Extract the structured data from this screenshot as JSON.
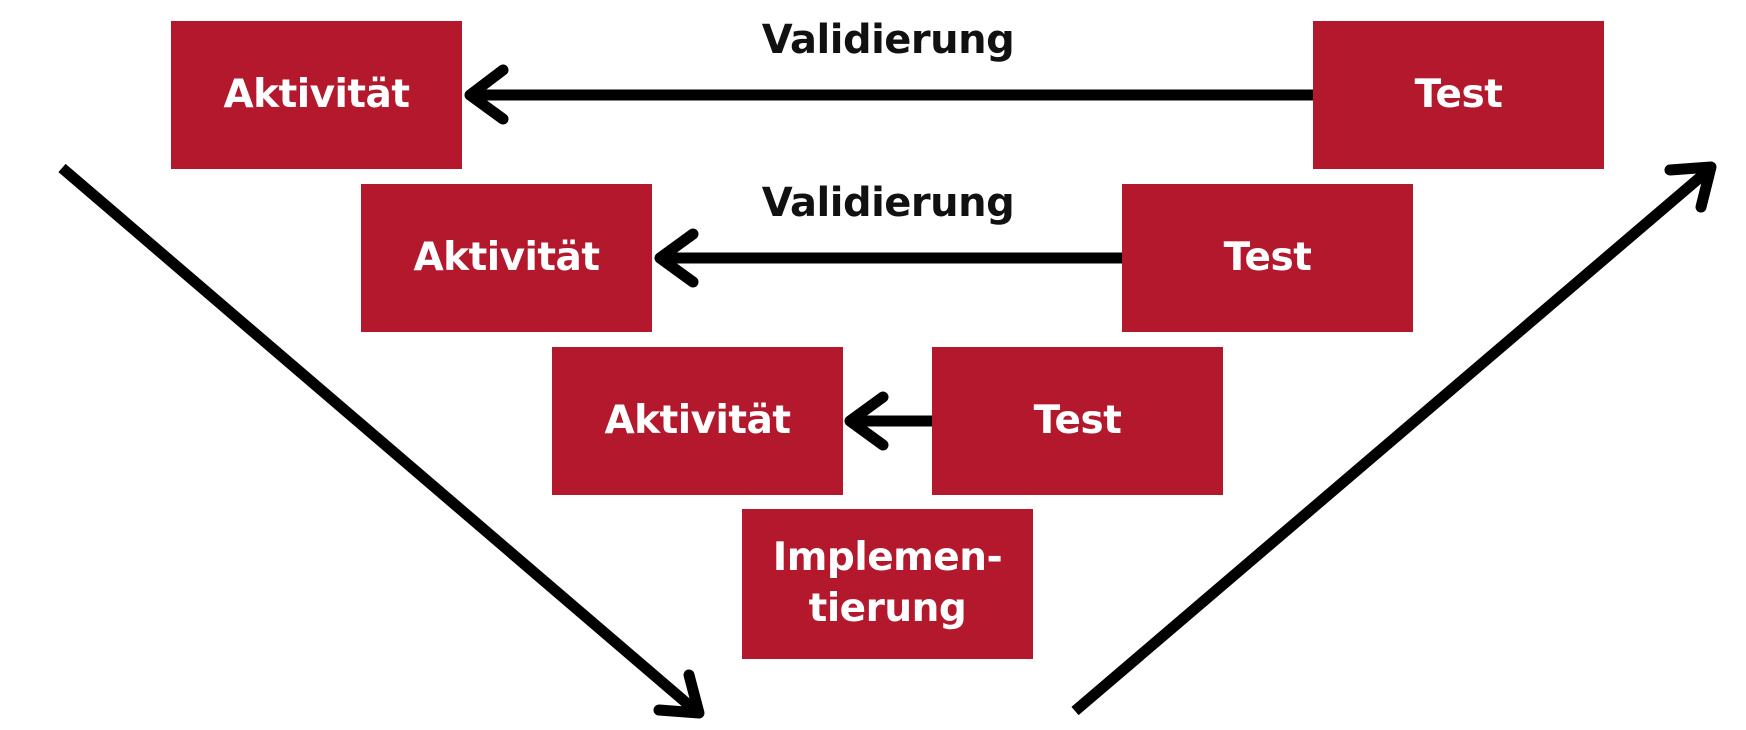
{
  "diagram": {
    "levels": [
      {
        "activity": "Aktivität",
        "test": "Test",
        "relation": "Validierung"
      },
      {
        "activity": "Aktivität",
        "test": "Test",
        "relation": "Validierung"
      },
      {
        "activity": "Aktivität",
        "test": "Test",
        "relation": ""
      }
    ],
    "implementation": "Implemen-\ntierung",
    "colors": {
      "box_fill": "#b3182d",
      "box_text": "#ffffff",
      "arrow": "#000000",
      "label_text": "#111111",
      "background": "#ffffff"
    }
  }
}
